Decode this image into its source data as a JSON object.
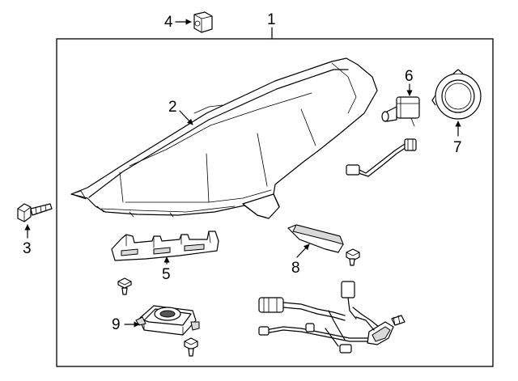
{
  "callouts": {
    "c1": "1",
    "c2": "2",
    "c3": "3",
    "c4": "4",
    "c5": "5",
    "c6": "6",
    "c7": "7",
    "c8": "8",
    "c9": "9"
  },
  "colors": {
    "line": "#000000",
    "background": "#ffffff",
    "shade": "#d9d9d9"
  }
}
